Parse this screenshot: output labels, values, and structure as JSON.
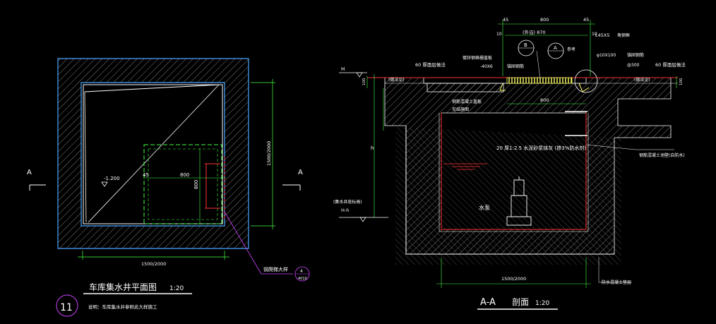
{
  "plan": {
    "title": "车库集水井平面图",
    "scale": "1:20",
    "detail_number": "11",
    "note": "说明：车库集水井参照此大样施工",
    "section_mark_left": "A",
    "section_mark_right": "A",
    "level": "-1.200",
    "dim_bottom": "1500/2000",
    "dim_right": "1500/2000",
    "dim_45": "45",
    "dim_800": "800",
    "dim_800_v": "800",
    "ladder_label": "钢爬梯大样",
    "ladder_ref_num": "4",
    "ladder_ref_page": "4010"
  },
  "section": {
    "title": "A-A",
    "title_suffix": "剖面",
    "scale": "1:20",
    "top_45_left": "45",
    "top_800": "800",
    "top_45_right": "45",
    "dim_10_left": "10",
    "dim_870": "(外沿)  870",
    "dim_10_right": "10",
    "angle_label": "L45X5",
    "angle_note": "角钢框",
    "ref_b": "B",
    "ref_a": "A",
    "ref_note": "参考",
    "grate_note": "镀锌钢格栅盖板",
    "grate_size": "-40X6",
    "anchor_note": "锚固钢筋",
    "anchor_size": "φ10X100",
    "anchor_spacing": "@300",
    "floor_left": "60  厚面层做法",
    "floor_right": "60  厚面层做法",
    "h_label": "H",
    "layer_left": "(做法见)",
    "layer_right": "(做法见)",
    "dim_100": "100",
    "slab_note_1": "钢筋混凝土盖板",
    "slab_note_2": "见结施图",
    "dim_800_mid": "800",
    "h_small": "h",
    "mortar_note": "20 厚1:2.5  水泥砂浆抹灰 (掺3%防水剂)",
    "wall_note": "钢筋混凝土池壁(自防水)",
    "pump_label": "水泵",
    "bottom_level_1": "(集水井底标高)",
    "bottom_level_2": "H-h",
    "dim_bottom": "1500/2000",
    "base_note": "防水混凝土垫层"
  }
}
